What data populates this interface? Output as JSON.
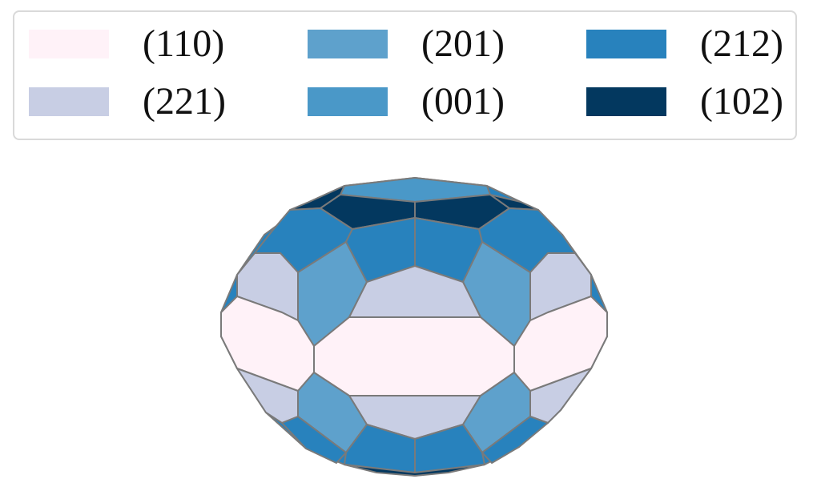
{
  "legend": {
    "entries": [
      {
        "label": "(110)",
        "color": "#fff2f8"
      },
      {
        "label": "(221)",
        "color": "#c8cee4"
      },
      {
        "label": "(201)",
        "color": "#5ea1cc"
      },
      {
        "label": "(001)",
        "color": "#4a98c8"
      },
      {
        "label": "(212)",
        "color": "#2882bd"
      },
      {
        "label": "(102)",
        "color": "#03385f"
      }
    ]
  }
}
